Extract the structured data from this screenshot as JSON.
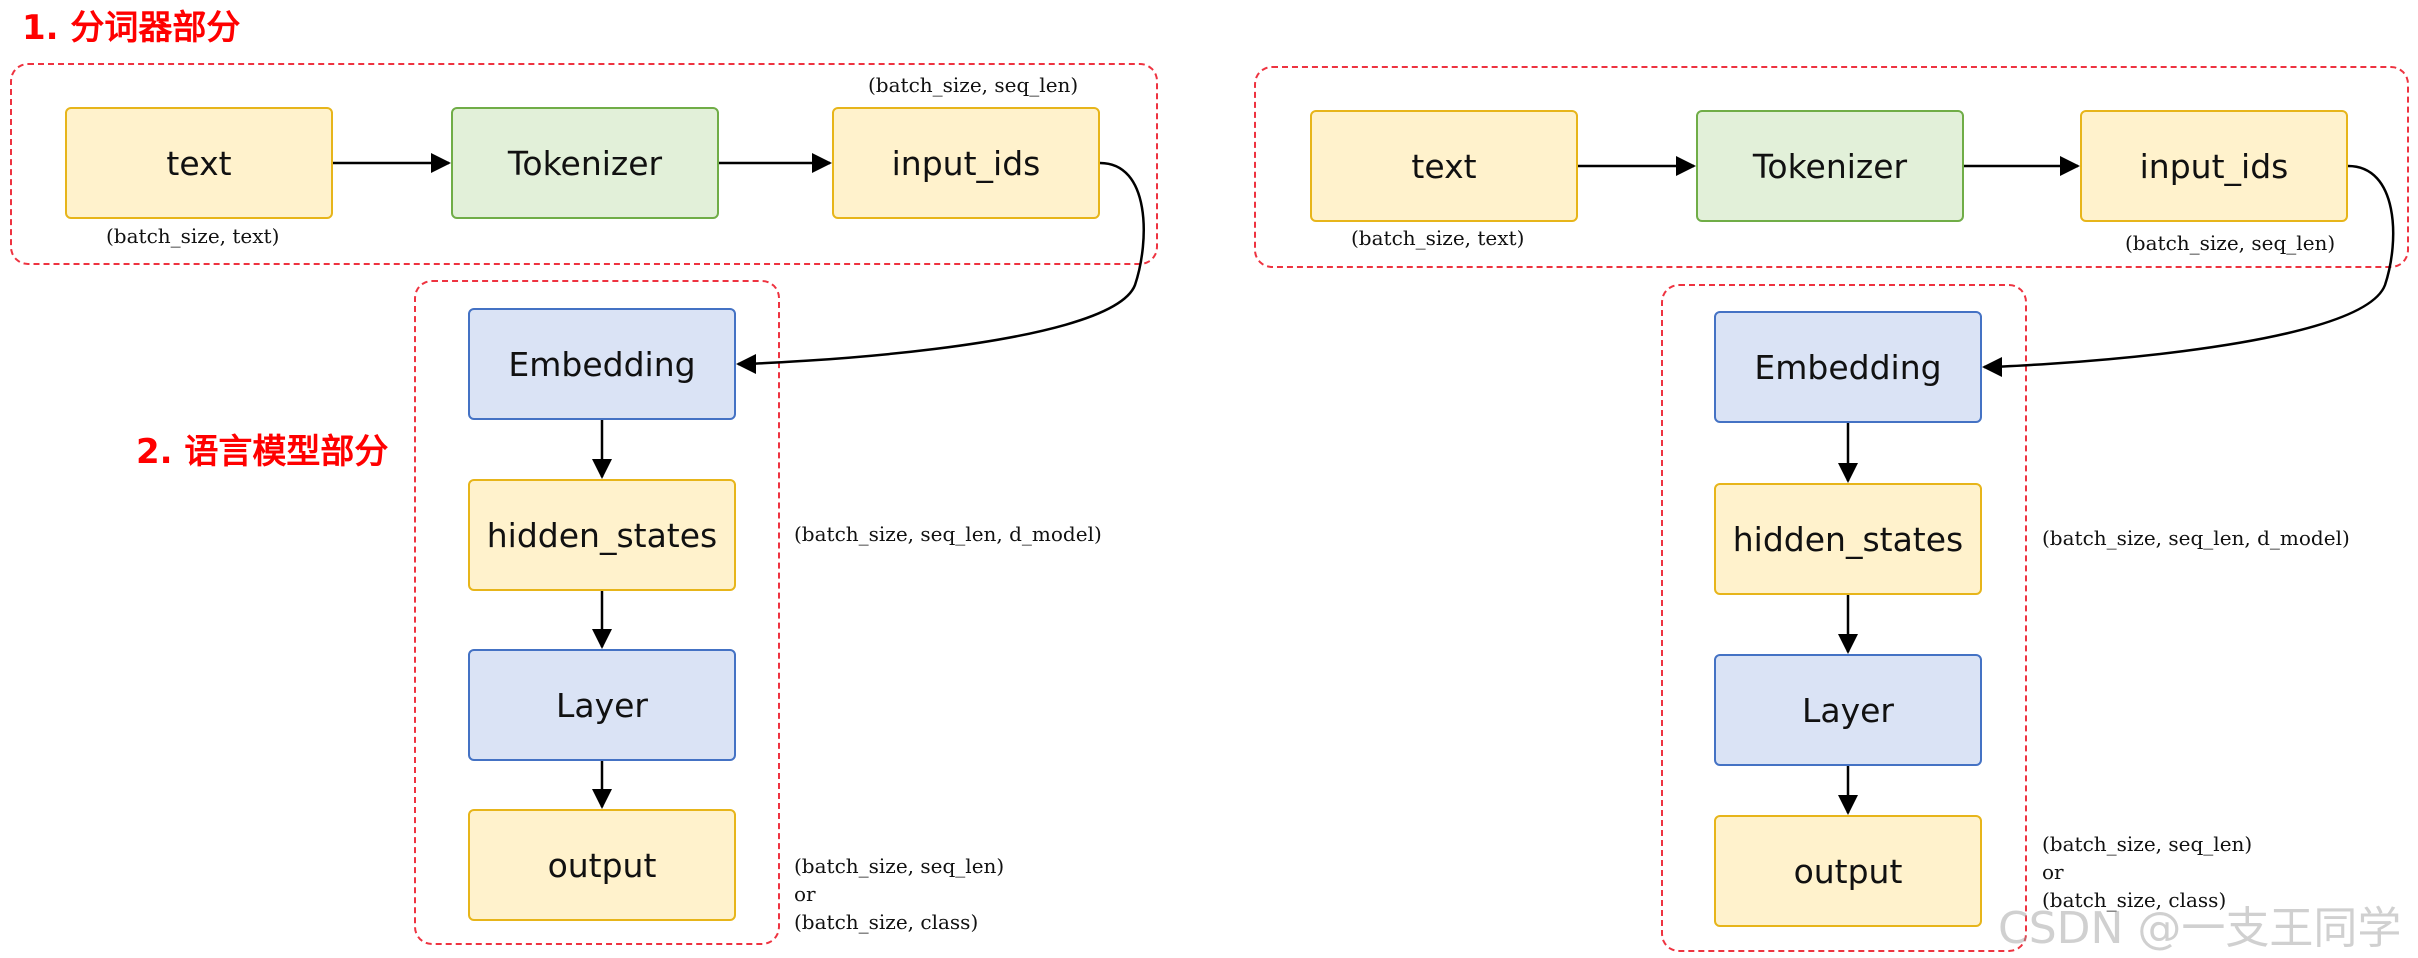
{
  "titles": {
    "tokenizer_section": "1. 分词器部分",
    "language_model_section": "2. 语言模型部分"
  },
  "nodes": {
    "text": "text",
    "tokenizer": "Tokenizer",
    "input_ids": "input_ids",
    "embedding": "Embedding",
    "hidden_states": "hidden_states",
    "layer": "Layer",
    "output": "output"
  },
  "shapes": {
    "text_shape": "(batch_size, text)",
    "input_ids_shape": "(batch_size, seq_len)",
    "hidden_states_shape": "(batch_size, seq_len, d_model)",
    "output_shape_1": "(batch_size, seq_len)",
    "output_shape_or": "or",
    "output_shape_2": "(batch_size, class)"
  },
  "watermark": "CSDN @一支王同学",
  "colors": {
    "dashed_border": "#ee3340",
    "title_red": "#ff0000",
    "yellow_fill": "#fff2cc",
    "yellow_border": "#e7b51a",
    "green_fill": "#e2f0d9",
    "green_border": "#70ad47",
    "blue_fill": "#dae3f5",
    "blue_border": "#4472c4"
  }
}
